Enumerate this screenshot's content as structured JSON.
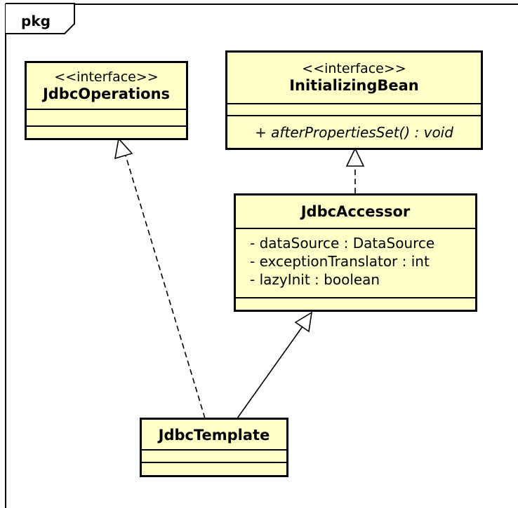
{
  "package": {
    "label": "pkg"
  },
  "classes": {
    "jdbc_operations": {
      "stereotype": "<<interface>>",
      "name": "JdbcOperations"
    },
    "initializing_bean": {
      "stereotype": "<<interface>>",
      "name": "InitializingBean",
      "operations": [
        "+ afterPropertiesSet() : void"
      ]
    },
    "jdbc_accessor": {
      "name": "JdbcAccessor",
      "attributes": [
        "- dataSource : DataSource",
        "- exceptionTranslator : int",
        "- lazyInit : boolean"
      ]
    },
    "jdbc_template": {
      "name": "JdbcTemplate"
    }
  },
  "relations": [
    {
      "from": "JdbcTemplate",
      "to": "JdbcOperations",
      "type": "realization"
    },
    {
      "from": "JdbcAccessor",
      "to": "InitializingBean",
      "type": "realization"
    },
    {
      "from": "JdbcTemplate",
      "to": "JdbcAccessor",
      "type": "generalization"
    }
  ]
}
